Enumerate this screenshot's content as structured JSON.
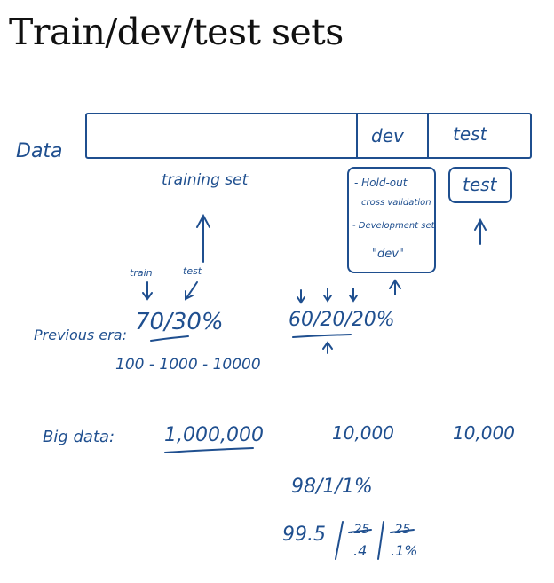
{
  "title": "Train/dev/test sets",
  "data_label": "Data",
  "bar_labels": {
    "dev": "dev",
    "test": "test"
  },
  "training_set_label": "training set",
  "holdout_lines": [
    "- Hold-out",
    "cross validation",
    "- Development set",
    "\"dev\""
  ],
  "test_box_label": "test",
  "train_label": "train",
  "test_small_label": "test",
  "previous_era_label": "Previous era:",
  "split_70_30": "70/30%",
  "split_60_20_20": "60/20/20%",
  "sizes_small": "100 - 1000 - 10000",
  "big_data_label": "Big data:",
  "big_train": "1,000,000",
  "big_dev": "10,000",
  "big_test": "10,000",
  "split_98": "98/1/1%",
  "split_99_prefix": "99.5",
  "crossed_value": ".25",
  "split_99_dev": ".4",
  "split_99_test": ".1%",
  "ink_color": "#1f4f8f"
}
